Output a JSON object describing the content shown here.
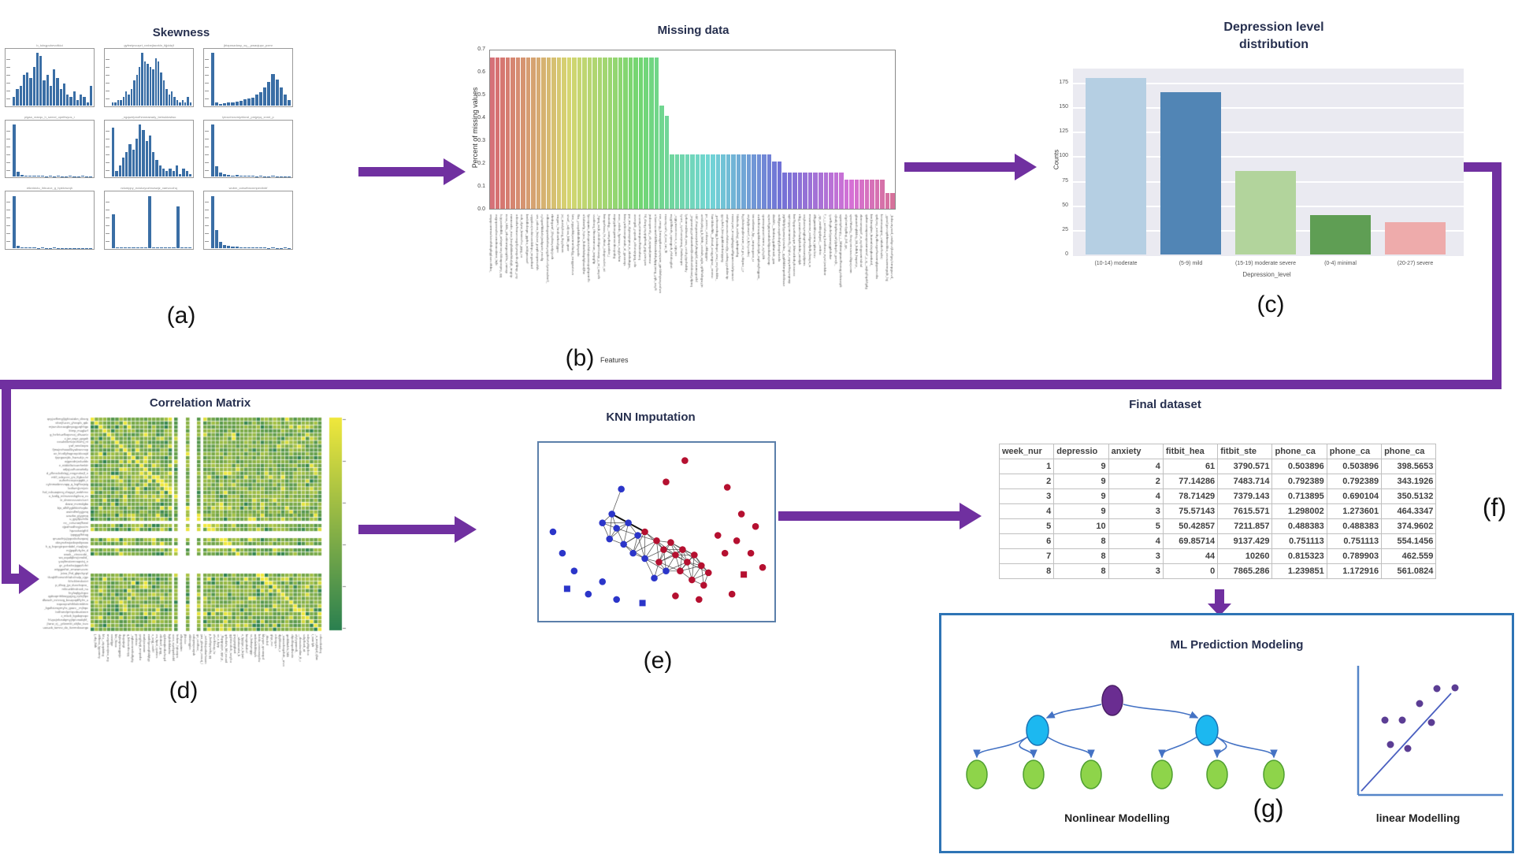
{
  "panels": {
    "a": {
      "title": "Skewness",
      "label": "(a)"
    },
    "b": {
      "title": "Missing data",
      "label": "(b)",
      "ylabel": "Percent of missing values",
      "xlabel": "Features"
    },
    "c": {
      "title_line1": "Depression level",
      "title_line2": "distribution",
      "label": "(c)",
      "ylabel": "Counts",
      "xlabel": "Depression_level"
    },
    "d": {
      "title": "Correlation Matrix",
      "label": "(d)"
    },
    "e": {
      "title": "KNN Imputation",
      "label": "(e)"
    },
    "f": {
      "title": "Final dataset",
      "label": "(f)"
    },
    "g": {
      "title": "ML Prediction Modeling",
      "label": "(g)",
      "left_caption": "Nonlinear Modelling",
      "right_caption": "linear Modelling"
    }
  },
  "table": {
    "headers": [
      "week_nur",
      "depressio",
      "anxiety",
      "fitbit_hea",
      "fitbit_ste",
      "phone_ca",
      "phone_ca",
      "phone_ca"
    ],
    "rows": [
      [
        "1",
        "9",
        "4",
        "61",
        "3790.571",
        "0.503896",
        "0.503896",
        "398.5653"
      ],
      [
        "2",
        "9",
        "2",
        "77.14286",
        "7483.714",
        "0.792389",
        "0.792389",
        "343.1926"
      ],
      [
        "3",
        "9",
        "4",
        "78.71429",
        "7379.143",
        "0.713895",
        "0.690104",
        "350.5132"
      ],
      [
        "4",
        "9",
        "3",
        "75.57143",
        "7615.571",
        "1.298002",
        "1.273601",
        "464.3347"
      ],
      [
        "5",
        "10",
        "5",
        "50.42857",
        "7211.857",
        "0.488383",
        "0.488383",
        "374.9602"
      ],
      [
        "6",
        "8",
        "4",
        "69.85714",
        "9137.429",
        "0.751113",
        "0.751113",
        "554.1456"
      ],
      [
        "7",
        "8",
        "3",
        "44",
        "10260",
        "0.815323",
        "0.789903",
        "462.559"
      ],
      [
        "8",
        "8",
        "3",
        "0",
        "7865.286",
        "1.239851",
        "1.172916",
        "561.0824"
      ]
    ]
  },
  "colors": {
    "arrow_purple": "#7030a0",
    "hist_blue": "#3a6ea5",
    "tree_root": "#6a2d91",
    "tree_mid": "#1cb8f0",
    "tree_leaf": "#8ed44a",
    "tree_edge": "#4472c4",
    "linear_dot": "#5b3d94",
    "knn_blue": "#2b35c9",
    "knn_red": "#b51030"
  },
  "chart_data": [
    {
      "id": "skewness",
      "type": "bar",
      "title": "Skewness",
      "note": "3x3 grid of feature histograms; subplot titles illegible at this scale",
      "histograms": [
        [
          3,
          6,
          7,
          11,
          12,
          10,
          14,
          19,
          18,
          9,
          11,
          7,
          13,
          10,
          6,
          8,
          4,
          3,
          5,
          2,
          4,
          3,
          1,
          7
        ],
        [
          1,
          1,
          2,
          2,
          3,
          5,
          4,
          6,
          9,
          11,
          14,
          19,
          16,
          15,
          14,
          13,
          17,
          16,
          12,
          9,
          6,
          4,
          5,
          3,
          2,
          1,
          2,
          1,
          3,
          1
        ],
        [
          20,
          1,
          0.6,
          0.9,
          1.2,
          1,
          1.4,
          1.8,
          2.2,
          2.6,
          3,
          4,
          5,
          7,
          9,
          12,
          10,
          7,
          4,
          2
        ],
        [
          20,
          2,
          0.8,
          0.5,
          0.4,
          0.3,
          0.5,
          0.3,
          0.2,
          0.4,
          0.2,
          0.3,
          0.2,
          0.1,
          0.3,
          0.1,
          0.2,
          0.3,
          0.1,
          0.2
        ],
        [
          18,
          2,
          4,
          7,
          9,
          12,
          10,
          14,
          19,
          17,
          13,
          15,
          9,
          6,
          4,
          3,
          2,
          3,
          2,
          4,
          1,
          3,
          2,
          1
        ],
        [
          20,
          4,
          1.5,
          1,
          0.8,
          0.5,
          0.6,
          0.4,
          0.5,
          0.3,
          0.4,
          0.2,
          0.3,
          0.2,
          0.2,
          0.3,
          0.1,
          0.2,
          0.1,
          0.1
        ],
        [
          20,
          1,
          0.4,
          0.3,
          0.2,
          0.2,
          0.1,
          0.2,
          0.1,
          0.1,
          0.2,
          0.1,
          0.1,
          0.1,
          0.1,
          0.1,
          0.1,
          0.1,
          0.1,
          0.1
        ],
        [
          13,
          0.2,
          0.2,
          0.3,
          0.2,
          0.3,
          0.2,
          0.3,
          0.2,
          20,
          0.3,
          0.2,
          0.3,
          0.2,
          0.3,
          0.2,
          16,
          0.3,
          0.2,
          0.2
        ],
        [
          20,
          7,
          2.5,
          1.2,
          0.8,
          0.6,
          0.5,
          0.4,
          0.3,
          0.3,
          0.2,
          0.3,
          0.2,
          0.2,
          0.1,
          0.2,
          0.1,
          0.1,
          0.2,
          0.1
        ]
      ]
    },
    {
      "id": "missing",
      "type": "bar",
      "title": "Missing data",
      "ylabel": "Percent of missing values",
      "xlabel": "Features",
      "ylim": [
        0,
        0.7
      ],
      "y_ticks": [
        "0.7",
        "0.6",
        "0.5",
        "0.4",
        "0.3",
        "0.2",
        "0.1",
        "0.0"
      ],
      "note": "~79 per-feature bars colored in rainbow hue order; x tick labels illegible",
      "groups": [
        {
          "count": 33,
          "value": 0.67
        },
        {
          "count": 1,
          "value": 0.455
        },
        {
          "count": 1,
          "value": 0.41
        },
        {
          "count": 20,
          "value": 0.24
        },
        {
          "count": 2,
          "value": 0.21
        },
        {
          "count": 12,
          "value": 0.16
        },
        {
          "count": 8,
          "value": 0.13
        },
        {
          "count": 2,
          "value": 0.07
        }
      ]
    },
    {
      "id": "depression",
      "type": "bar",
      "title": "Depression level distribution",
      "xlabel": "Depression_level",
      "ylabel": "Counts",
      "ylim": [
        0,
        190
      ],
      "y_ticks": [
        0,
        25,
        50,
        75,
        100,
        125,
        150,
        175
      ],
      "categories": [
        "(10-14) moderate",
        "(5-9) mild",
        "(15-19) moderate severe",
        "(0-4) minimal",
        "(20-27) severe"
      ],
      "values": [
        180,
        165,
        85,
        40,
        33
      ],
      "bar_colors": [
        "#b5cfe3",
        "#5185b5",
        "#b2d49c",
        "#5f9e54",
        "#eeabab"
      ]
    },
    {
      "id": "correlation",
      "type": "heatmap",
      "title": "Correlation Matrix",
      "note": "~55x55 feature correlation heatmap, green-to-yellow colormap, yellow diagonal, white NaN row/column bands, colorbar at right; tick labels illegible",
      "colormap": [
        "#2a8050",
        "#f0e83c"
      ]
    },
    {
      "id": "knn",
      "type": "scatter",
      "title": "KNN Imputation",
      "note": "two-class scatter (blue/red) with nearest-neighbour graph edges in central cluster; positions normalized 0-1",
      "points": [
        {
          "x": 0.35,
          "y": 0.26,
          "c": "b"
        },
        {
          "x": 0.31,
          "y": 0.4,
          "c": "b"
        },
        {
          "x": 0.27,
          "y": 0.45,
          "c": "b"
        },
        {
          "x": 0.33,
          "y": 0.48,
          "c": "b"
        },
        {
          "x": 0.38,
          "y": 0.45,
          "c": "b"
        },
        {
          "x": 0.3,
          "y": 0.54,
          "c": "b"
        },
        {
          "x": 0.36,
          "y": 0.57,
          "c": "b"
        },
        {
          "x": 0.42,
          "y": 0.52,
          "c": "b"
        },
        {
          "x": 0.4,
          "y": 0.62,
          "c": "b"
        },
        {
          "x": 0.45,
          "y": 0.65,
          "c": "b"
        },
        {
          "x": 0.45,
          "y": 0.5,
          "c": "r"
        },
        {
          "x": 0.5,
          "y": 0.55,
          "c": "r"
        },
        {
          "x": 0.53,
          "y": 0.6,
          "c": "r"
        },
        {
          "x": 0.56,
          "y": 0.56,
          "c": "r"
        },
        {
          "x": 0.51,
          "y": 0.67,
          "c": "r"
        },
        {
          "x": 0.58,
          "y": 0.63,
          "c": "r"
        },
        {
          "x": 0.61,
          "y": 0.6,
          "c": "r"
        },
        {
          "x": 0.63,
          "y": 0.67,
          "c": "r"
        },
        {
          "x": 0.66,
          "y": 0.63,
          "c": "r"
        },
        {
          "x": 0.69,
          "y": 0.69,
          "c": "r"
        },
        {
          "x": 0.72,
          "y": 0.73,
          "c": "r"
        },
        {
          "x": 0.6,
          "y": 0.72,
          "c": "r"
        },
        {
          "x": 0.65,
          "y": 0.77,
          "c": "r"
        },
        {
          "x": 0.7,
          "y": 0.8,
          "c": "r"
        },
        {
          "x": 0.54,
          "y": 0.72,
          "c": "b"
        },
        {
          "x": 0.49,
          "y": 0.76,
          "c": "b"
        },
        {
          "x": 0.62,
          "y": 0.1,
          "c": "r"
        },
        {
          "x": 0.54,
          "y": 0.22,
          "c": "r"
        },
        {
          "x": 0.8,
          "y": 0.25,
          "c": "r"
        },
        {
          "x": 0.86,
          "y": 0.4,
          "c": "r"
        },
        {
          "x": 0.92,
          "y": 0.47,
          "c": "r"
        },
        {
          "x": 0.84,
          "y": 0.55,
          "c": "r"
        },
        {
          "x": 0.9,
          "y": 0.62,
          "c": "r"
        },
        {
          "x": 0.95,
          "y": 0.7,
          "c": "r"
        },
        {
          "x": 0.87,
          "y": 0.74,
          "c": "r",
          "s": 1
        },
        {
          "x": 0.79,
          "y": 0.62,
          "c": "r"
        },
        {
          "x": 0.76,
          "y": 0.52,
          "c": "r"
        },
        {
          "x": 0.82,
          "y": 0.85,
          "c": "r"
        },
        {
          "x": 0.68,
          "y": 0.88,
          "c": "r"
        },
        {
          "x": 0.58,
          "y": 0.86,
          "c": "r"
        },
        {
          "x": 0.1,
          "y": 0.62,
          "c": "b"
        },
        {
          "x": 0.15,
          "y": 0.72,
          "c": "b"
        },
        {
          "x": 0.12,
          "y": 0.82,
          "c": "b",
          "s": 1
        },
        {
          "x": 0.21,
          "y": 0.85,
          "c": "b"
        },
        {
          "x": 0.27,
          "y": 0.78,
          "c": "b"
        },
        {
          "x": 0.33,
          "y": 0.88,
          "c": "b"
        },
        {
          "x": 0.44,
          "y": 0.9,
          "c": "b",
          "s": 1
        },
        {
          "x": 0.06,
          "y": 0.5,
          "c": "b"
        }
      ]
    },
    {
      "id": "linear_model",
      "type": "scatter",
      "title": "linear Modelling",
      "note": "illustrative regression sketch: purple dots around a diagonal fit line; coords relative to ML box (730x305)",
      "line": {
        "x1": 536,
        "y1": 226,
        "x2": 650,
        "y2": 102
      },
      "axes": {
        "x": 532,
        "y_top": 67,
        "y_bottom": 231,
        "x_right": 716
      },
      "points": [
        {
          "x": 632,
          "y": 96
        },
        {
          "x": 655,
          "y": 95
        },
        {
          "x": 610,
          "y": 115
        },
        {
          "x": 566,
          "y": 136
        },
        {
          "x": 588,
          "y": 136
        },
        {
          "x": 625,
          "y": 139
        },
        {
          "x": 573,
          "y": 167
        },
        {
          "x": 595,
          "y": 172
        }
      ]
    },
    {
      "id": "tree_model",
      "type": "diagram",
      "title": "Nonlinear Modelling",
      "note": "decision-tree sketch: 1 purple root, 2 cyan internal nodes, 6 green leaves; coords relative to ML box (730x305)",
      "root": {
        "x": 220,
        "y": 111
      },
      "mid": [
        {
          "x": 125,
          "y": 149
        },
        {
          "x": 340,
          "y": 149
        }
      ],
      "leaves": [
        {
          "x": 48,
          "y": 205
        },
        {
          "x": 120,
          "y": 205
        },
        {
          "x": 193,
          "y": 205
        },
        {
          "x": 283,
          "y": 205
        },
        {
          "x": 353,
          "y": 205
        },
        {
          "x": 425,
          "y": 205
        }
      ]
    }
  ]
}
